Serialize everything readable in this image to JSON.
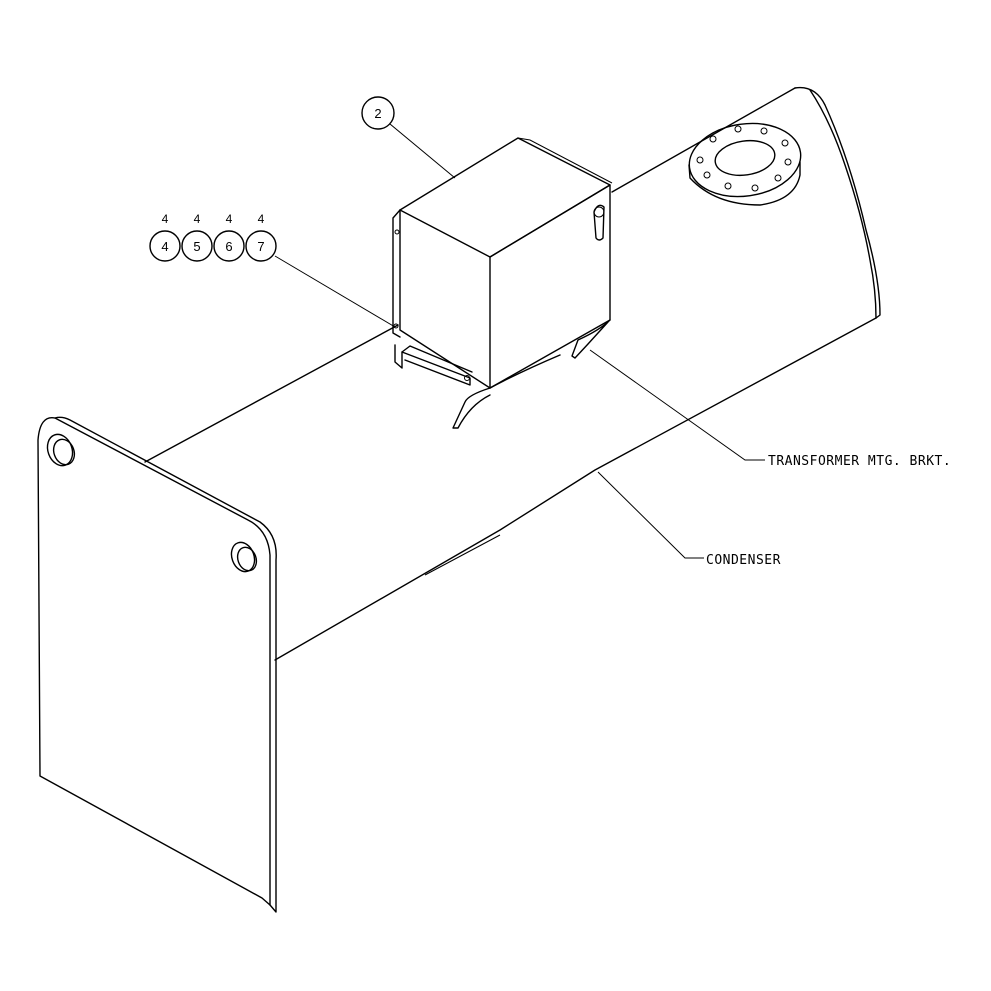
{
  "callouts": {
    "box": {
      "number": "2"
    },
    "hardware": [
      {
        "number": "4",
        "quantity": "4"
      },
      {
        "number": "5",
        "quantity": "4"
      },
      {
        "number": "6",
        "quantity": "4"
      },
      {
        "number": "7",
        "quantity": "4"
      }
    ]
  },
  "labels": {
    "bracket": "TRANSFORMER MTG. BRKT.",
    "condenser": "CONDENSER"
  }
}
